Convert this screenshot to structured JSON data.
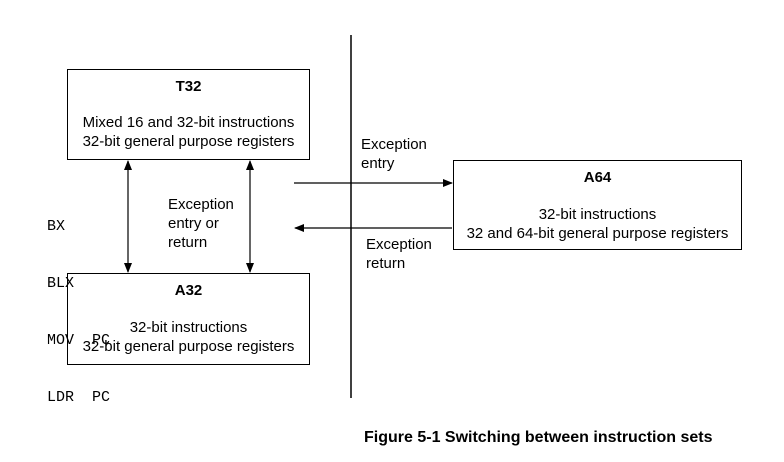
{
  "t32": {
    "title": "T32",
    "lines": [
      "Mixed 16 and 32-bit instructions",
      "32-bit general purpose registers"
    ]
  },
  "a32": {
    "title": "A32",
    "lines": [
      "32-bit instructions",
      "32-bit general purpose registers"
    ]
  },
  "a64": {
    "title": "A64",
    "lines": [
      "32-bit instructions",
      "32 and 64-bit general purpose registers"
    ]
  },
  "instructions": [
    "BX",
    "BLX",
    "MOV  PC",
    "LDR  PC"
  ],
  "middle_label": [
    "Exception",
    "entry or",
    "return"
  ],
  "entry_label": [
    "Exception",
    "entry"
  ],
  "return_label": [
    "Exception",
    "return"
  ],
  "caption": "Figure 5-1 Switching between instruction sets"
}
